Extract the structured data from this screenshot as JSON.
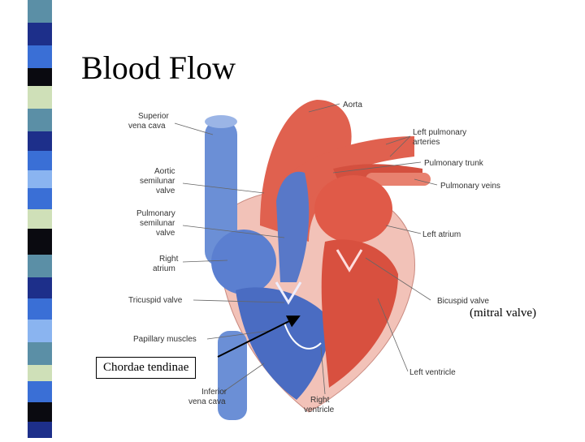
{
  "slide": {
    "title": "Blood Flow"
  },
  "diagram_labels": {
    "superior_vena_cava": [
      "Superior",
      "vena cava"
    ],
    "aorta": "Aorta",
    "left_pulmonary_arteries": [
      "Left pulmonary",
      "arteries"
    ],
    "pulmonary_trunk": "Pulmonary trunk",
    "pulmonary_veins": "Pulmonary veins",
    "aortic_semilunar_valve": [
      "Aortic",
      "semilunar",
      "valve"
    ],
    "pulmonary_semilunar_valve": [
      "Pulmonary",
      "semilunar",
      "valve"
    ],
    "right_atrium": [
      "Right",
      "atrium"
    ],
    "left_atrium": "Left atrium",
    "tricuspid_valve": "Tricuspid valve",
    "bicuspid_valve": "Bicuspid valve",
    "papillary_muscles": "Papillary muscles",
    "left_ventricle": "Left ventricle",
    "inferior_vena_cava": [
      "Inferior",
      "vena cava"
    ],
    "right_ventricle": [
      "Right",
      "ventricle"
    ]
  },
  "callouts": {
    "mitral_valve": "(mitral valve)",
    "chordae_tendinae": "Chordae tendinae"
  },
  "colors": {
    "stripe_palette": [
      "#3a6fd6",
      "#8ab4f0",
      "#0a0a10",
      "#cfe0b8",
      "#5b8fa6",
      "#1d2f8a"
    ],
    "vessel_blue": "#6b8fd6",
    "vessel_red": "#e0614f",
    "tissue": "#f2c2b8"
  }
}
